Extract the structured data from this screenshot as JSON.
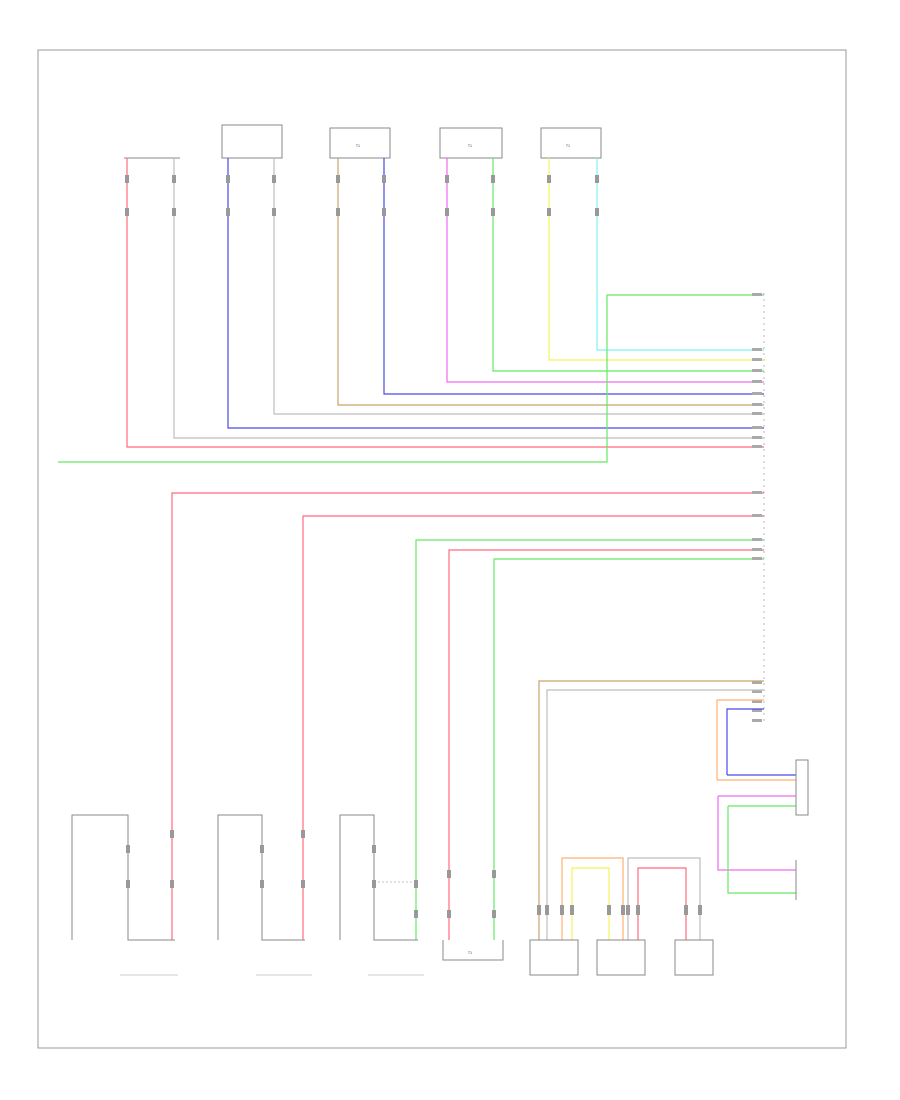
{
  "colors": {
    "frame": "#999999",
    "red": "#ff6b7d",
    "pink": "#ff9aa5",
    "gray": "#bdbdbd",
    "blue": "#4a4ae8",
    "tan": "#c9a36a",
    "magenta": "#f06af0",
    "green": "#66e866",
    "yellow": "#f2f25a",
    "cyan": "#7ff2f2",
    "orange": "#ffb070",
    "black": "#444444"
  },
  "diagram": {
    "footer_code": "",
    "left_wire_code": "",
    "top_components": [
      {
        "id": "c1",
        "label": ""
      },
      {
        "id": "c2",
        "label": ""
      },
      {
        "id": "c3",
        "label": ""
      },
      {
        "id": "c4",
        "label": ""
      },
      {
        "id": "c5",
        "label": ""
      }
    ],
    "bottom_components": [
      {
        "id": "b1",
        "label": ""
      },
      {
        "id": "b2",
        "label": ""
      },
      {
        "id": "b3",
        "label": ""
      },
      {
        "id": "b4",
        "label": ""
      },
      {
        "id": "b5",
        "label": ""
      },
      {
        "id": "b6",
        "label": ""
      },
      {
        "id": "b7",
        "label": ""
      },
      {
        "id": "b8",
        "label": ""
      }
    ],
    "right_components": [
      {
        "id": "r1",
        "label": ""
      },
      {
        "id": "r2",
        "label": ""
      },
      {
        "id": "r3",
        "label": ""
      }
    ],
    "control_module": {
      "label": ""
    }
  }
}
